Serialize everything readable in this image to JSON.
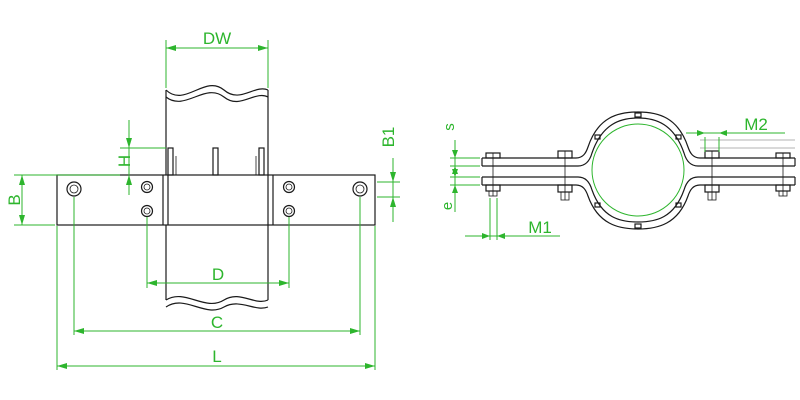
{
  "labels": {
    "dw": "DW",
    "h": "H",
    "b": "B",
    "b1": "B1",
    "d": "D",
    "c": "C",
    "l": "L",
    "s": "s",
    "e": "e",
    "m1": "M1",
    "m2": "M2"
  },
  "colors": {
    "dimension": "#2db52d",
    "outline": "#1a1a1a",
    "hidden": "#9a9a9a",
    "background": "#ffffff"
  }
}
